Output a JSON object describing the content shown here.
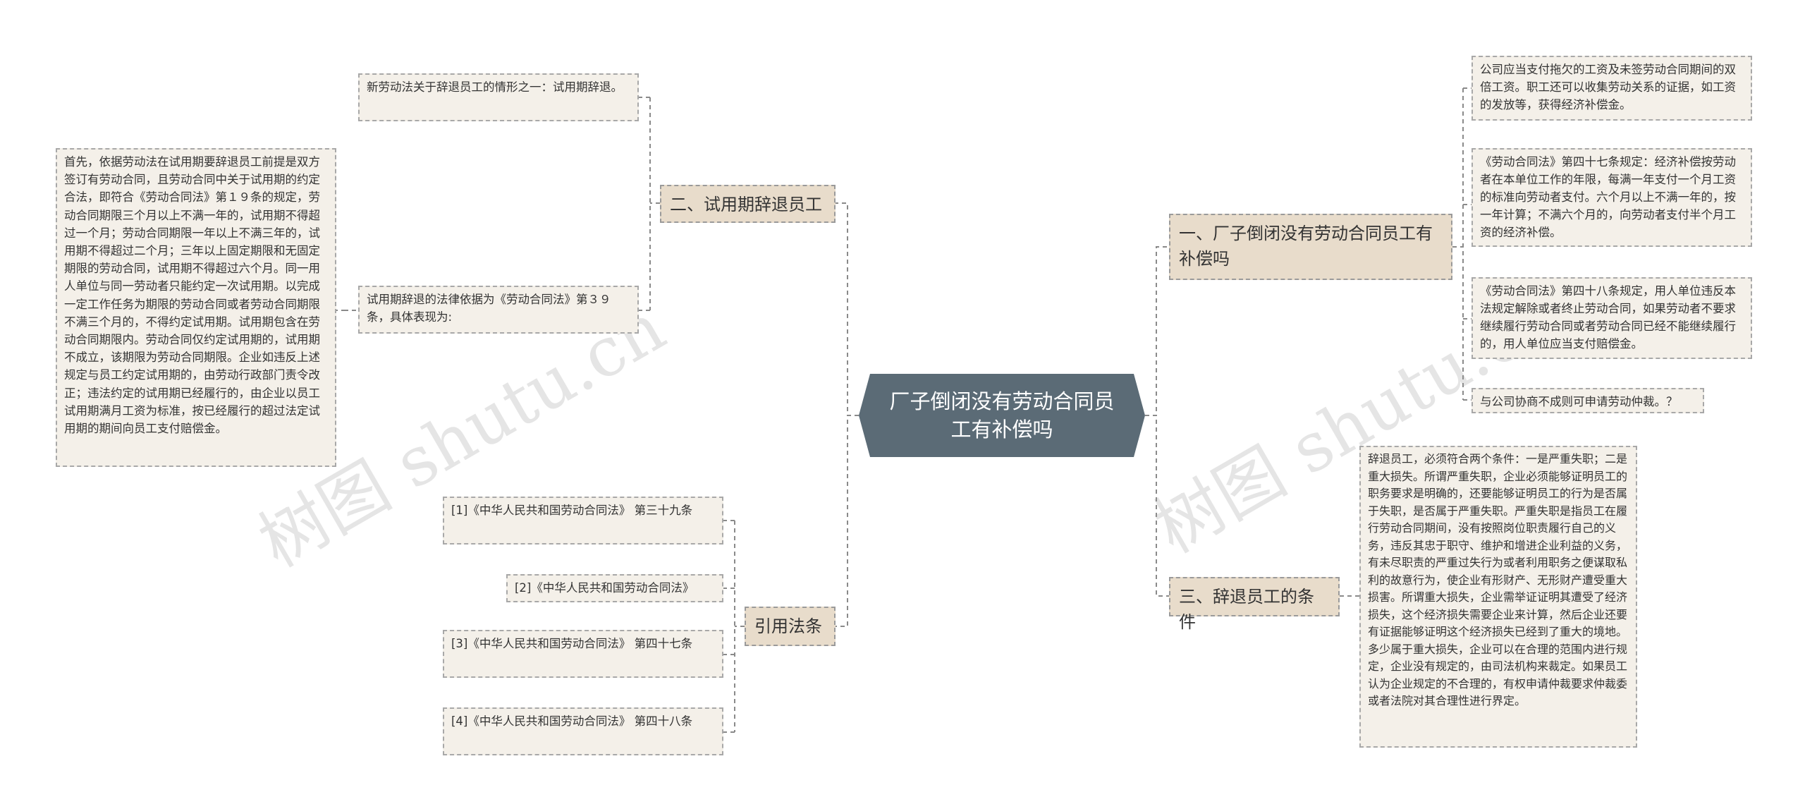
{
  "root": {
    "title": "厂子倒闭没有劳动合同员工有补偿吗"
  },
  "branches": {
    "b1": "一、厂子倒闭没有劳动合同员工有补偿吗",
    "b2": "二、试用期辞退员工",
    "b3": "三、辞退员工的条件",
    "b4": "引用法条"
  },
  "leaves": {
    "b1_l1": "公司应当支付拖欠的工资及未签劳动合同期间的双倍工资。职工还可以收集劳动关系的证据，如工资的发放等，获得经济补偿金。",
    "b1_l2": "《劳动合同法》第四十七条规定：经济补偿按劳动者在本单位工作的年限，每满一年支付一个月工资的标准向劳动者支付。六个月以上不满一年的，按一年计算；不满六个月的，向劳动者支付半个月工资的经济补偿。",
    "b1_l3": "《劳动合同法》第四十八条规定，用人单位违反本法规定解除或者终止劳动合同，如果劳动者不要求继续履行劳动合同或者劳动合同已经不能继续履行的，用人单位应当支付赔偿金。",
    "b1_l4": "与公司协商不成则可申请劳动仲裁。？",
    "b2_l1": "新劳动法关于辞退员工的情形之一：试用期辞退。",
    "b2_l2": "试用期辞退的法律依据为《劳动合同法》第３９条，具体表现为:",
    "b2_l2_1": "首先，依据劳动法在试用期要辞退员工前提是双方签订有劳动合同，且劳动合同中关于试用期的约定合法，即符合《劳动合同法》第１９条的规定，劳动合同期限三个月以上不满一年的，试用期不得超过一个月；劳动合同期限一年以上不满三年的，试用期不得超过二个月；三年以上固定期限和无固定期限的劳动合同，试用期不得超过六个月。同一用人单位与同一劳动者只能约定一次试用期。以完成一定工作任务为期限的劳动合同或者劳动合同期限不满三个月的，不得约定试用期。试用期包含在劳动合同期限内。劳动合同仅约定试用期的，试用期不成立，该期限为劳动合同期限。企业如违反上述规定与员工约定试用期的，由劳动行政部门责令改正；违法约定的试用期已经履行的，由企业以员工试用期满月工资为标准，按已经履行的超过法定试用期的期间向员工支付赔偿金。",
    "b3_l1": "辞退员工，必须符合两个条件：一是严重失职；二是重大损失。所谓严重失职，企业必须能够证明员工的职务要求是明确的，还要能够证明员工的行为是否属于失职，是否属于严重失职。严重失职是指员工在履行劳动合同期间，没有按照岗位职责履行自己的义务，违反其忠于职守、维护和增进企业利益的义务，有未尽职责的严重过失行为或者利用职务之便谋取私利的故意行为，使企业有形财产、无形财产遭受重大损害。所谓重大损失，企业需举证证明其遭受了经济损失，这个经济损失需要企业来计算，然后企业还要有证据能够证明这个经济损失已经到了重大的境地。多少属于重大损失，企业可以在合理的范围内进行规定，企业没有规定的，由司法机构来裁定。如果员工认为企业规定的不合理的，有权申请仲裁要求仲裁委或者法院对其合理性进行界定。",
    "b4_l1": "[1]《中华人民共和国劳动合同法》 第三十九条",
    "b4_l2": "[2]《中华人民共和国劳动合同法》",
    "b4_l3": "[3]《中华人民共和国劳动合同法》 第四十七条",
    "b4_l4": "[4]《中华人民共和国劳动合同法》 第四十八条"
  },
  "watermarks": [
    "树图 shutu.cn",
    "树图 shutu.cn"
  ],
  "colors": {
    "root_bg": "#5b6b76",
    "branch_bg": "#e8dccb",
    "leaf_bg": "#f4f0e9",
    "line": "#8a8a8a"
  }
}
